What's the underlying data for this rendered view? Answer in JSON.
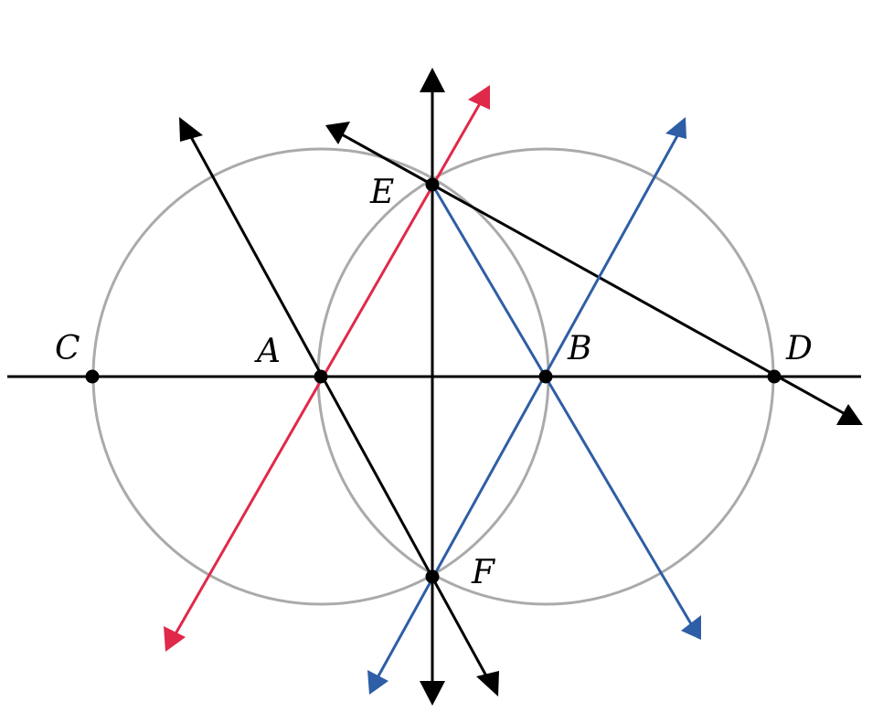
{
  "points": {
    "A": "A",
    "B": "B",
    "C": "C",
    "D": "D",
    "E": "E",
    "F": "F"
  },
  "colors": {
    "circle": "#aaaaaa",
    "black_line": "#000000",
    "red_line": "#e0294a",
    "blue_line": "#2e5ea5",
    "point": "#000000"
  }
}
